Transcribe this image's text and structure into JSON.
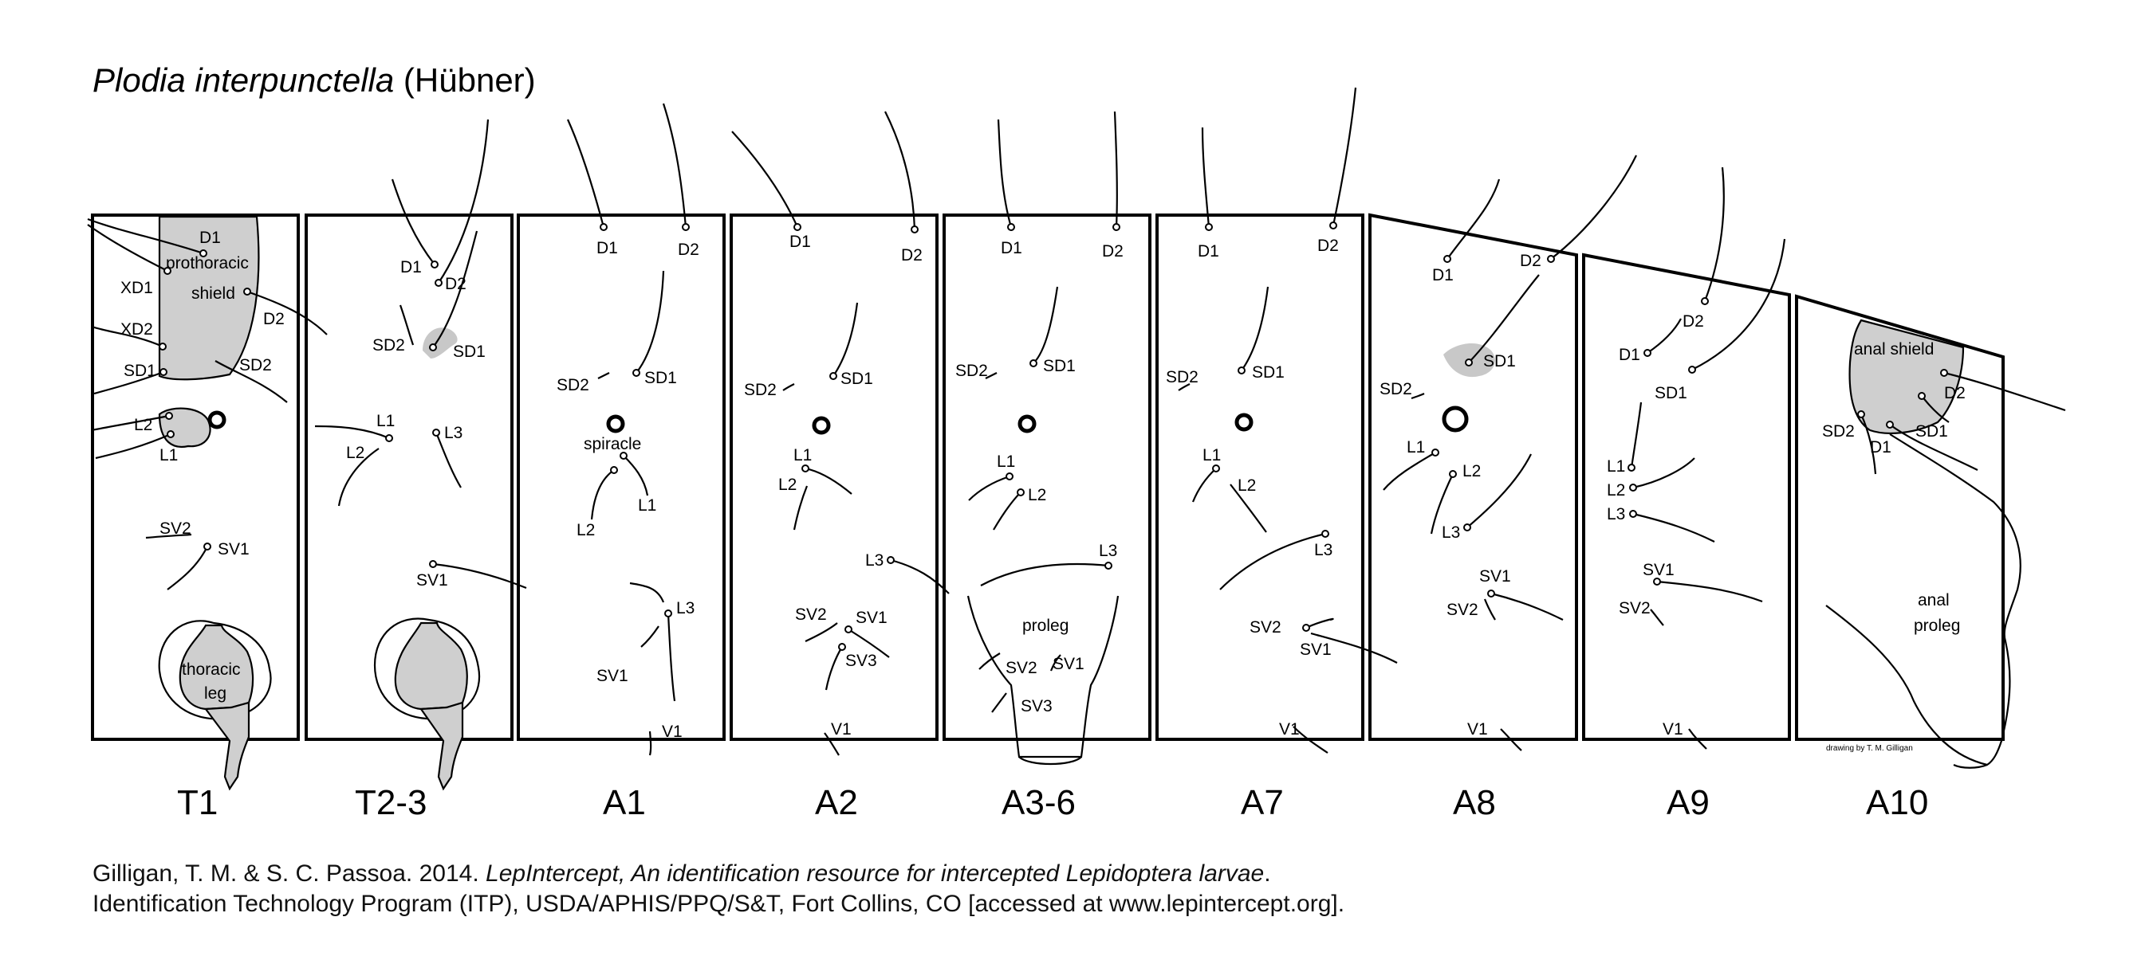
{
  "title": {
    "species": "Plodia interpunctella",
    "author": "(Hübner)"
  },
  "segments": [
    "T1",
    "T2-3",
    "A1",
    "A2",
    "A3-6",
    "A7",
    "A8",
    "A9",
    "A10"
  ],
  "structures": {
    "prothoracic_shield": [
      "prothoracic",
      "shield"
    ],
    "thoracic_leg": [
      "thoracic",
      "leg"
    ],
    "spiracle": "spiracle",
    "proleg": "proleg",
    "anal_shield": "anal shield",
    "anal_proleg": [
      "anal",
      "proleg"
    ]
  },
  "setae": {
    "T1": [
      "D1",
      "XD1",
      "D2",
      "XD2",
      "SD1",
      "SD2",
      "L2",
      "L1",
      "SV2",
      "SV1"
    ],
    "T2_3": [
      "D1",
      "D2",
      "SD2",
      "SD1",
      "L1",
      "L2",
      "L3",
      "SV1"
    ],
    "A1": [
      "D1",
      "D2",
      "SD2",
      "SD1",
      "L1",
      "L2",
      "L3",
      "SV1",
      "V1"
    ],
    "A2": [
      "D1",
      "D2",
      "SD2",
      "SD1",
      "L1",
      "L2",
      "L3",
      "SV2",
      "SV1",
      "SV3",
      "V1"
    ],
    "A3_6": [
      "D1",
      "D2",
      "SD2",
      "SD1",
      "L1",
      "L2",
      "L3",
      "SV2",
      "SV1",
      "SV3"
    ],
    "A7": [
      "D1",
      "D2",
      "SD2",
      "SD1",
      "L1",
      "L2",
      "L3",
      "SV2",
      "SV1",
      "V1"
    ],
    "A8": [
      "D1",
      "D2",
      "SD2",
      "SD1",
      "L1",
      "L2",
      "L3",
      "SV1",
      "SV2",
      "V1"
    ],
    "A9": [
      "D1",
      "D2",
      "SD1",
      "L1",
      "L2",
      "L3",
      "SV1",
      "SV2",
      "V1"
    ],
    "A10": [
      "D2",
      "SD2",
      "D1",
      "SD1"
    ]
  },
  "artist_credit": "drawing by T. M. Gilligan",
  "citation": {
    "authors": "Gilligan, T. M. & S. C. Passoa. 2014.",
    "work": "LepIntercept, An identification resource for intercepted Lepidoptera larvae",
    "work_end": ".",
    "line2": "Identification Technology Program (ITP), USDA/APHIS/PPQ/S&T, Fort Collins, CO [accessed at www.lepintercept.org]."
  }
}
